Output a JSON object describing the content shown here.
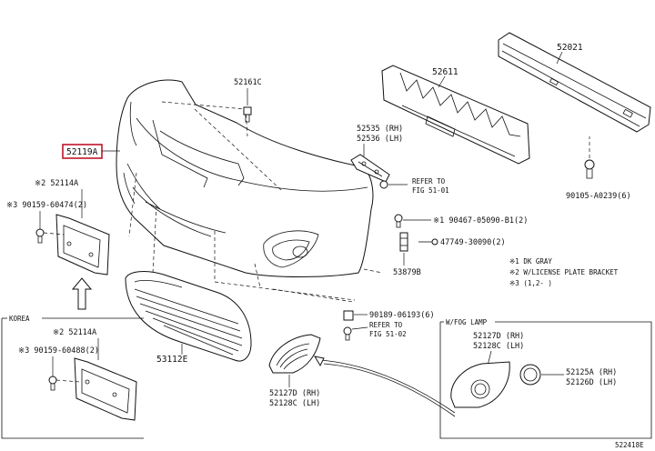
{
  "parts": {
    "p52021": "52021",
    "p52611": "52611",
    "p52161c": "52161C",
    "p52119a": "52119A",
    "p52535": "52535 (RH)",
    "p52536": "52536 (LH)",
    "refer1": "REFER TO",
    "fig1": "FIG 51-01",
    "p90105": "90105-A0239(6)",
    "p52114a": "※2 52114A",
    "p90159a": "※3 90159-60474(2)",
    "p90467": "※1 90467-05090-B1(2)",
    "p47749": "47749-30090(2)",
    "p53879b": "53879B",
    "p90189": "90189-06193(6)",
    "refer2": "REFER TO",
    "fig2": "FIG 51-02",
    "p53112e": "53112E",
    "p52127d_a": "52127D (RH)",
    "p52128c_a": "52128C (LH)",
    "p52127d_b": "52127D (RH)",
    "p52128c_b": "52128C (LH)",
    "p52125a": "52125A (RH)",
    "p52126d": "52126D (LH)",
    "korea": "KOREA",
    "p52114a_k": "※2 52114A",
    "p90159b": "※3 90159-60488(2)",
    "fog": "W/FOG LAMP",
    "fig_id": "522418E"
  },
  "notes": {
    "n1": "※1 DK GRAY",
    "n2": "※2 W/LICENSE PLATE BRACKET",
    "n3": "※3 (1,2-     )"
  },
  "colors": {
    "highlight": "#c0152a",
    "line": "#111111"
  }
}
